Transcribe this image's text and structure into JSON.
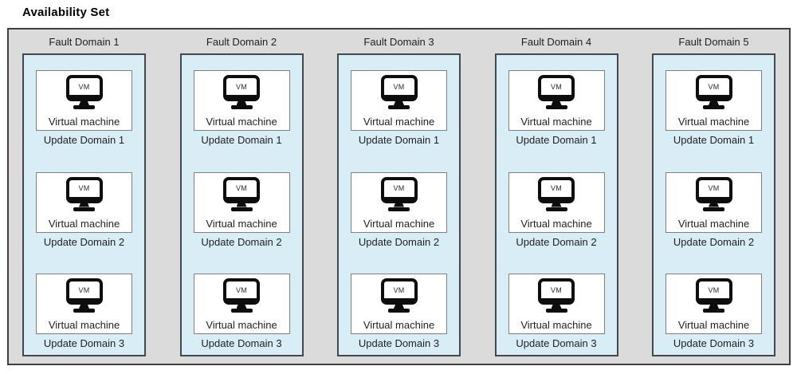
{
  "title": "Availability Set",
  "vm_icon_label": "VM",
  "vm_label": "Virtual machine",
  "fault_domains": [
    {
      "label": "Fault Domain 1",
      "update_domains": [
        "Update Domain 1",
        "Update Domain 2",
        "Update Domain 3"
      ]
    },
    {
      "label": "Fault Domain 2",
      "update_domains": [
        "Update Domain 1",
        "Update Domain 2",
        "Update Domain 3"
      ]
    },
    {
      "label": "Fault Domain 3",
      "update_domains": [
        "Update Domain 1",
        "Update Domain 2",
        "Update Domain 3"
      ]
    },
    {
      "label": "Fault Domain 4",
      "update_domains": [
        "Update Domain 1",
        "Update Domain 2",
        "Update Domain 3"
      ]
    },
    {
      "label": "Fault Domain 5",
      "update_domains": [
        "Update Domain 1",
        "Update Domain 2",
        "Update Domain 3"
      ]
    }
  ],
  "colors": {
    "container_bg": "#dbdbdb",
    "container_border": "#3f3f3f",
    "fault_domain_bg": "#d9edf6",
    "fault_domain_border": "#41494e",
    "vm_box_bg": "#ffffff",
    "vm_box_border": "#7f7f7f",
    "icon": "#0d0d0d",
    "text": "#1f1f1f"
  }
}
